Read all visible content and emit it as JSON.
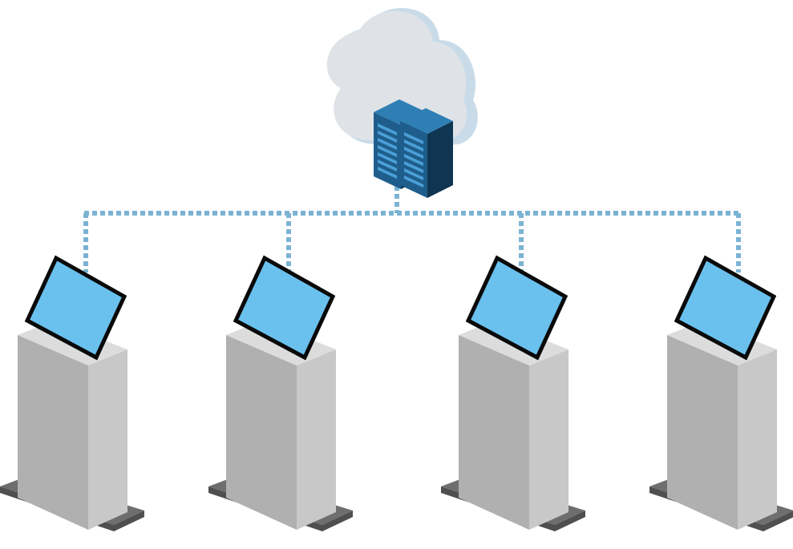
{
  "diagram": {
    "type": "cloud-to-kiosk-network",
    "colors": {
      "background": "#ffffff",
      "cloud": "#dfe3e8",
      "cloud_rim": "#c9dbe8",
      "server_top": "#2f7fb5",
      "server_side_light": "#1f5e8c",
      "server_side_dark": "#0f3552",
      "server_slots": "#4aa0d8",
      "connector": "#7bb3d3",
      "kiosk_front": "#b0b0b0",
      "kiosk_side": "#c8c8c8",
      "kiosk_top": "#dcdcdc",
      "base_top": "#6e6e6e",
      "base_side": "#4f4f4f",
      "screen_fill": "#6bc1ee",
      "screen_frame": "#0a0a0a"
    },
    "nodes": {
      "cloud": {
        "icon": "cloud-icon"
      },
      "server": {
        "icon": "server-rack-icon",
        "units": 2
      },
      "kiosks": [
        {
          "icon": "kiosk-terminal-icon"
        },
        {
          "icon": "kiosk-terminal-icon"
        },
        {
          "icon": "kiosk-terminal-icon"
        },
        {
          "icon": "kiosk-terminal-icon"
        }
      ]
    },
    "connections": [
      {
        "from": "server",
        "to": "kiosk-1",
        "style": "dotted"
      },
      {
        "from": "server",
        "to": "kiosk-2",
        "style": "dotted"
      },
      {
        "from": "server",
        "to": "kiosk-3",
        "style": "dotted"
      },
      {
        "from": "server",
        "to": "kiosk-4",
        "style": "dotted"
      }
    ]
  }
}
